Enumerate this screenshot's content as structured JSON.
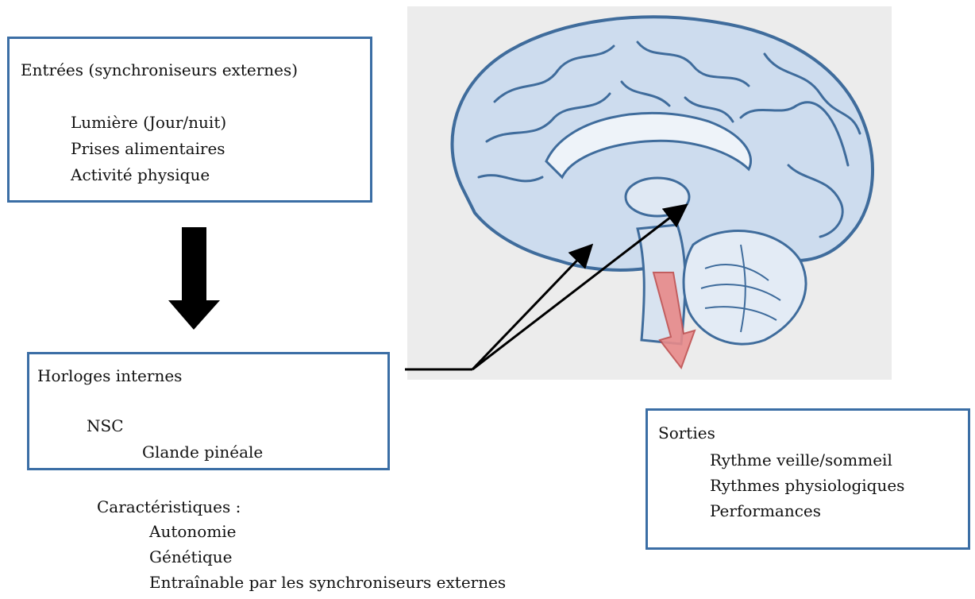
{
  "inputs": {
    "title": "Entrées (synchroniseurs externes)",
    "items": [
      "Lumière (Jour/nuit)",
      "Prises alimentaires",
      "Activité physique"
    ]
  },
  "clocks": {
    "title": "Horloges internes",
    "nsc": "NSC",
    "pineal": "Glande pinéale"
  },
  "characteristics": {
    "title": "Caractéristiques :",
    "items": [
      "Autonomie",
      "Génétique",
      "Entraînable par les synchroniseurs externes"
    ]
  },
  "outputs": {
    "title": "Sorties",
    "items": [
      "Rythme veille/sommeil",
      "Rythmes physiologiques",
      "Performances"
    ]
  },
  "colors": {
    "box_border": "#3b6ea5",
    "brain_stroke": "#3f6c9c",
    "brain_fill": "#c9d9ec",
    "red_arrow": "#e57a7a"
  },
  "icons": {
    "flow_arrow": "down-arrow-icon",
    "brain": "brain-sagittal-illustration",
    "red_arrow": "red-down-arrow-icon"
  }
}
